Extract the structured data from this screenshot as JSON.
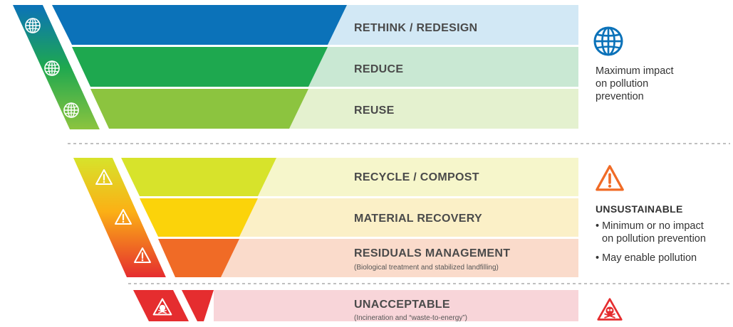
{
  "tiers": [
    {
      "id": "rethink",
      "label": "RETHINK / REDESIGN",
      "sublabel": "",
      "color": "#0b72b9",
      "light": "#d2e8f5",
      "icon": "globe-icon"
    },
    {
      "id": "reduce",
      "label": "REDUCE",
      "sublabel": "",
      "color": "#1ea84f",
      "light": "#c9e8d3",
      "icon": "globe-icon"
    },
    {
      "id": "reuse",
      "label": "REUSE",
      "sublabel": "",
      "color": "#8cc43f",
      "light": "#e4f1cf",
      "icon": "globe-icon"
    },
    {
      "id": "recycle",
      "label": "RECYCLE / COMPOST",
      "sublabel": "",
      "color": "#d7e32b",
      "light": "#f6f6cb",
      "icon": "warning-icon"
    },
    {
      "id": "material-recovery",
      "label": "MATERIAL RECOVERY",
      "sublabel": "",
      "color": "#fbd30a",
      "light": "#fbf0c7",
      "icon": "warning-icon"
    },
    {
      "id": "residuals",
      "label": "RESIDUALS MANAGEMENT",
      "sublabel": "(Biological treatment and stabilized landfilling)",
      "color": "#f06b26",
      "light": "#fadbcb",
      "icon": "warning-icon"
    },
    {
      "id": "unacceptable",
      "label": "UNACCEPTABLE",
      "sublabel": "(Incineration and “waste-to-energy”)",
      "color": "#e52d2f",
      "light": "#f8d5d9",
      "icon": "skull-warning-icon"
    }
  ],
  "right_panel": {
    "top": {
      "icon": "globe-icon",
      "text_line1": "Maximum impact",
      "text_line2": "on pollution",
      "text_line3": "prevention",
      "icon_color": "#0b72b9"
    },
    "middle": {
      "icon": "warning-icon",
      "heading": "UNSUSTAINABLE",
      "bullet1_line1": "• Minimum or no impact",
      "bullet1_line2": "on pollution prevention",
      "bullet2": "• May enable pollution",
      "icon_color": "#f06b26"
    },
    "bottom": {
      "icon": "skull-warning-icon",
      "icon_color": "#e52d2f"
    }
  },
  "colors": {
    "divider": "#9a9a9a",
    "label_text": "#4a4a4a"
  }
}
